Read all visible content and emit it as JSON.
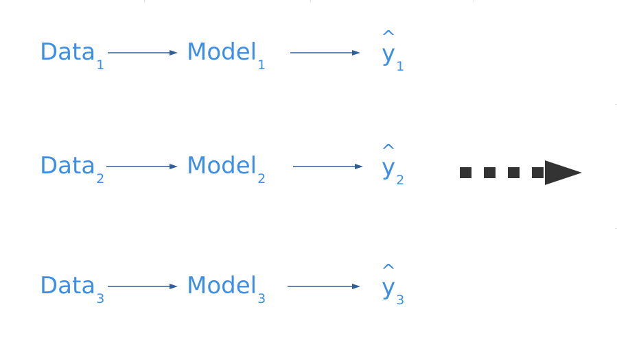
{
  "rows": [
    {
      "data_label": "Data",
      "model_label": "Model",
      "output_label": "y",
      "output_hat": "^",
      "subscript": "1"
    },
    {
      "data_label": "Data",
      "model_label": "Model",
      "output_label": "y",
      "output_hat": "^",
      "subscript": "2"
    },
    {
      "data_label": "Data",
      "model_label": "Model",
      "output_label": "y",
      "output_hat": "^",
      "subscript": "3"
    }
  ],
  "colors": {
    "text": "#3d8fe6",
    "arrow": "#2f5f9a",
    "big_arrow": "#333333"
  }
}
